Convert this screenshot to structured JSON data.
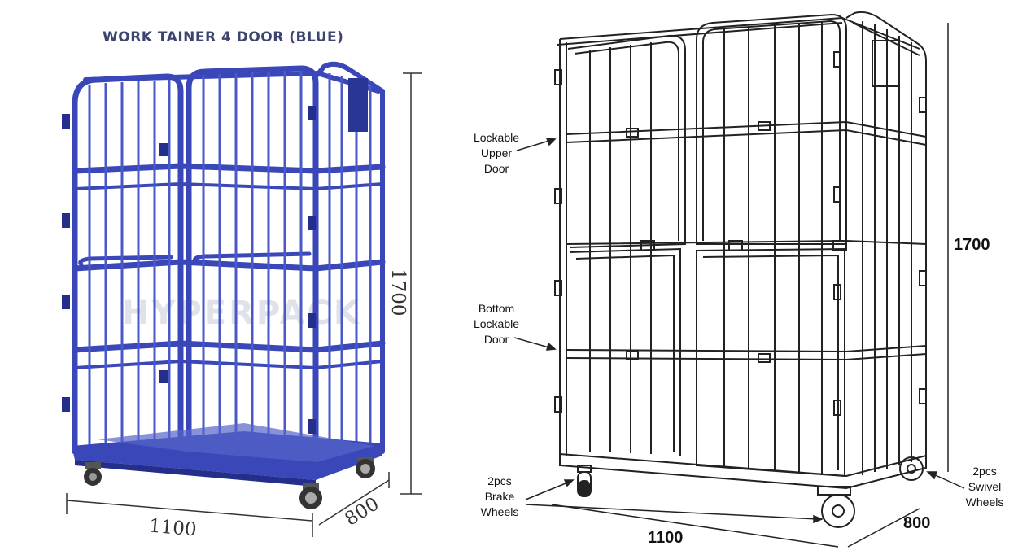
{
  "left": {
    "title": "WORK TAINER 4 DOOR (BLUE)",
    "watermark": "HYPERPACK",
    "dims": {
      "height": "1700",
      "width": "1100",
      "depth": "800"
    },
    "colors": {
      "cage": "#3a47b8",
      "cage_dark": "#232f8a",
      "title": "#3d4470"
    }
  },
  "right": {
    "labels": {
      "upper_door": [
        "Lockable",
        "Upper",
        "Door"
      ],
      "bottom_door": [
        "Bottom",
        "Lockable",
        "Door"
      ],
      "brake_wheels": [
        "2pcs",
        "Brake",
        "Wheels"
      ],
      "swivel_wheels": [
        "2pcs",
        "Swivel",
        "Wheels"
      ]
    },
    "dims": {
      "height": "1700",
      "width": "1100",
      "depth": "800"
    }
  }
}
